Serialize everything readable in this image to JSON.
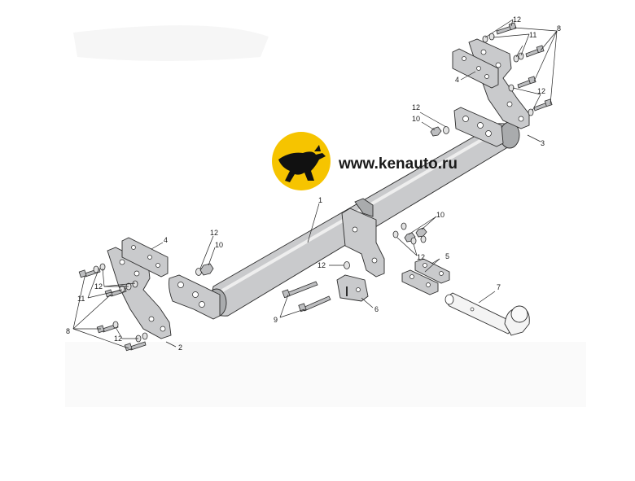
{
  "logo": {
    "website": "www.kenauto.ru",
    "badge_color": "#f6c400",
    "icon": "kangaroo-icon"
  },
  "callouts": {
    "tube": "1",
    "left_bracket": "2",
    "right_bracket": "3",
    "plate_left": "4",
    "plate_right": "4",
    "spacers": "5",
    "socket_plate": "6",
    "tow_ball": "7",
    "bolts_left": "8",
    "bolts_right": "8",
    "center_bolts": "9",
    "nuts_top": "10",
    "nuts_mid": "10",
    "nuts_left": "10",
    "lockwashers_left": "11",
    "lockwashers_right": "11",
    "washers_top": "12",
    "washers_left_top": "12",
    "washers_left_group": "12",
    "washers_left_low": "12",
    "washers_center": "12",
    "washers_mid": "12",
    "washers_right_a": "12",
    "washers_right_b": "12"
  }
}
